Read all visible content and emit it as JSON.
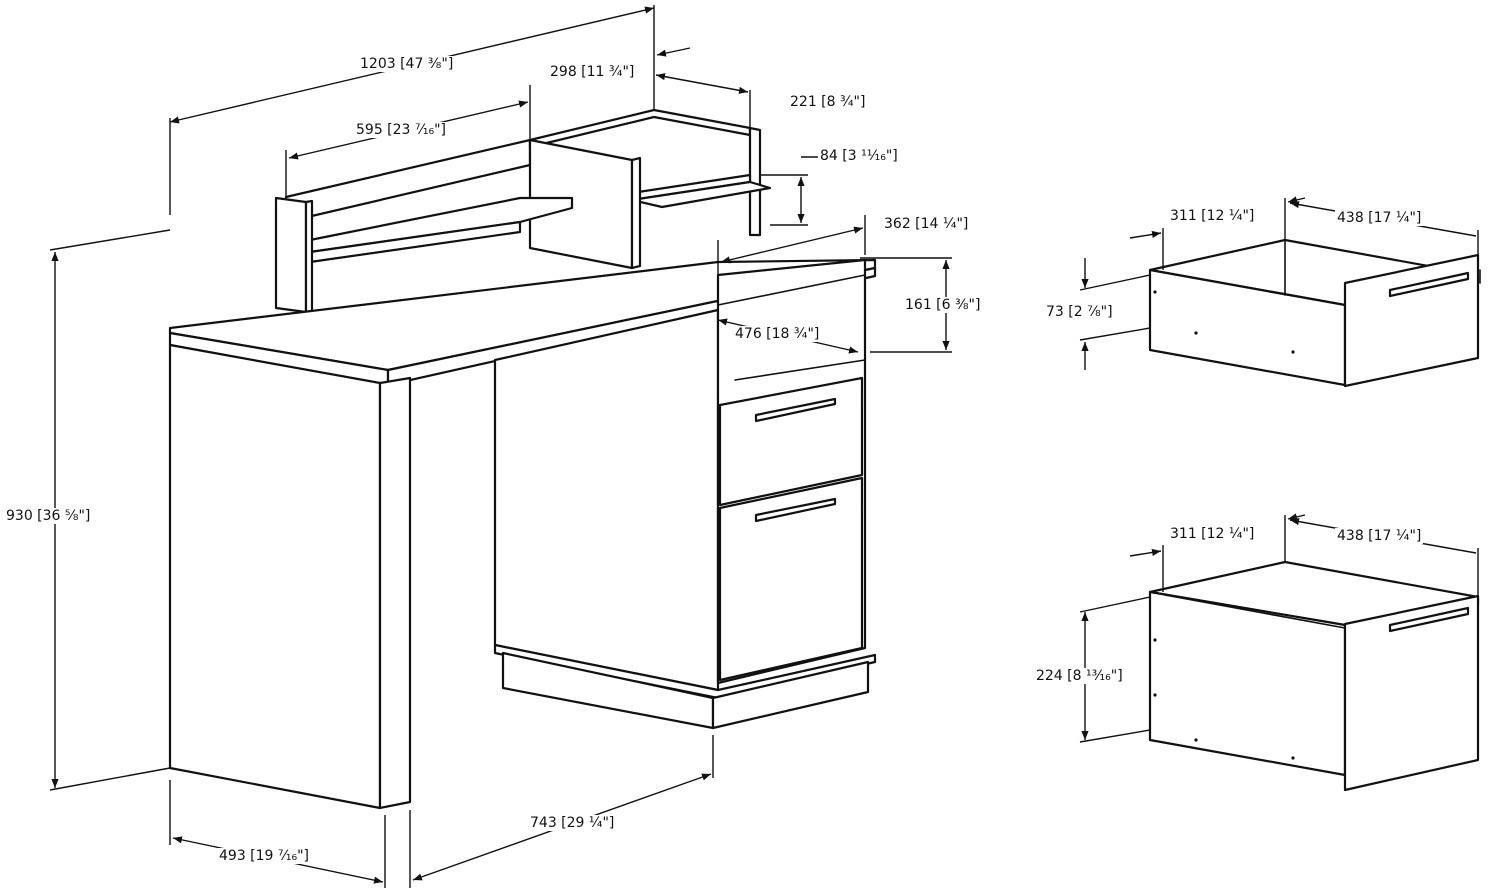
{
  "dimensions": {
    "overall_width": "1203 [47 ⅜\"]",
    "hutch_depth": "298 [11 ¾\"]",
    "hutch_shelf_depth": "221 [8 ¾\"]",
    "hutch_shelf_width": "595 [23 ⁷⁄₁₆\"]",
    "hutch_height": "84 [3 ¹¹⁄₁₆\"]",
    "cabinet_width": "362 [14 ¼\"]",
    "opening_height": "161 [6 ⅜\"]",
    "opening_depth": "476 [18 ¾\"]",
    "overall_height": "930 [36 ⅝\"]",
    "leg_depth": "493 [19 ⁷⁄₁₆\"]",
    "knee_width": "743 [29 ¼\"]"
  },
  "small_drawer": {
    "width": "311 [12 ¼\"]",
    "depth": "438 [17 ¼\"]",
    "height": "73 [2 ⅞\"]"
  },
  "large_drawer": {
    "width": "311 [12 ¼\"]",
    "depth": "438 [17 ¼\"]",
    "height": "224 [8 ¹³⁄₁₆\"]"
  }
}
